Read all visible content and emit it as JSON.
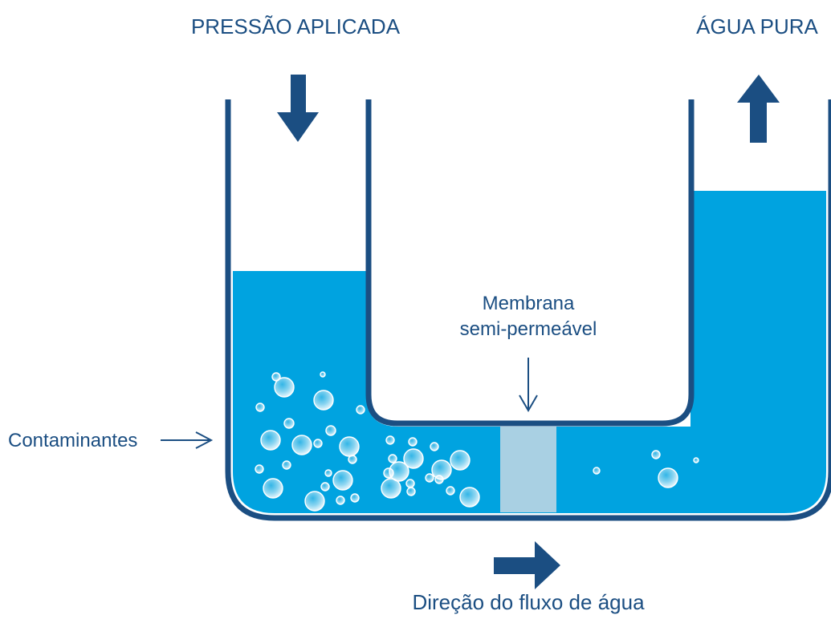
{
  "labels": {
    "applied_pressure": "PRESSÃO APLICADA",
    "pure_water": "ÁGUA PURA",
    "membrane_line1": "Membrana",
    "membrane_line2": "semi-permeável",
    "contaminants": "Contaminantes",
    "flow_direction": "Direção do fluxo de água"
  },
  "colors": {
    "container_outline": "#1b4e82",
    "water": "#00a3e0",
    "membrane": "#a9d0e3",
    "arrow": "#1b4e82",
    "text": "#1b4e82"
  },
  "icons": {
    "pressure_arrow": "arrow-down-icon",
    "pure_water_arrow": "arrow-up-icon",
    "flow_arrow": "arrow-right-icon"
  }
}
